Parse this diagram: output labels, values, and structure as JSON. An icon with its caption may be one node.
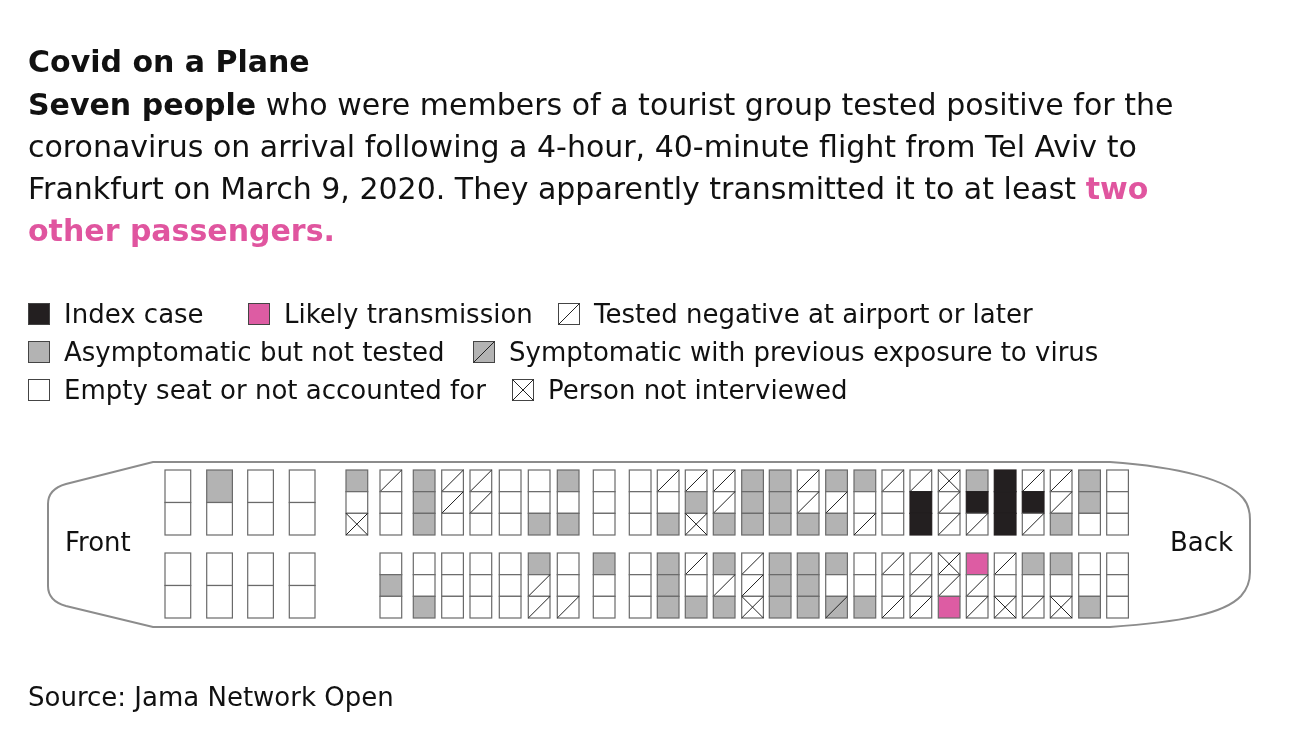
{
  "diagram": {
    "title": "Covid on a Plane",
    "labels": [
      "**Seven people** who were members of a tourist group tested positive for the coronavirus on arrival following a 4-hour, 40-minute flight from Tel Aviv to Frankfurt on March 9, 2020. They apparently transmitted it to at least **two other passengers.**",
      "Front",
      "Back",
      "Source: Jama Network Open"
    ],
    "legend": [
      {
        "text": "Index case",
        "color": "#231f20"
      },
      {
        "text": "Likely transmission",
        "color": "#dd5ca3"
      },
      {
        "text": "Tested negative at airport or later"
      },
      {
        "text": "Asymptomatic but not tested",
        "color": "#b3b3b3"
      },
      {
        "text": "Symptomatic with previous exposure to virus"
      },
      {
        "text": "Empty seat or not accounted for"
      },
      {
        "text": "Person not interviewed"
      }
    ]
  }
}
